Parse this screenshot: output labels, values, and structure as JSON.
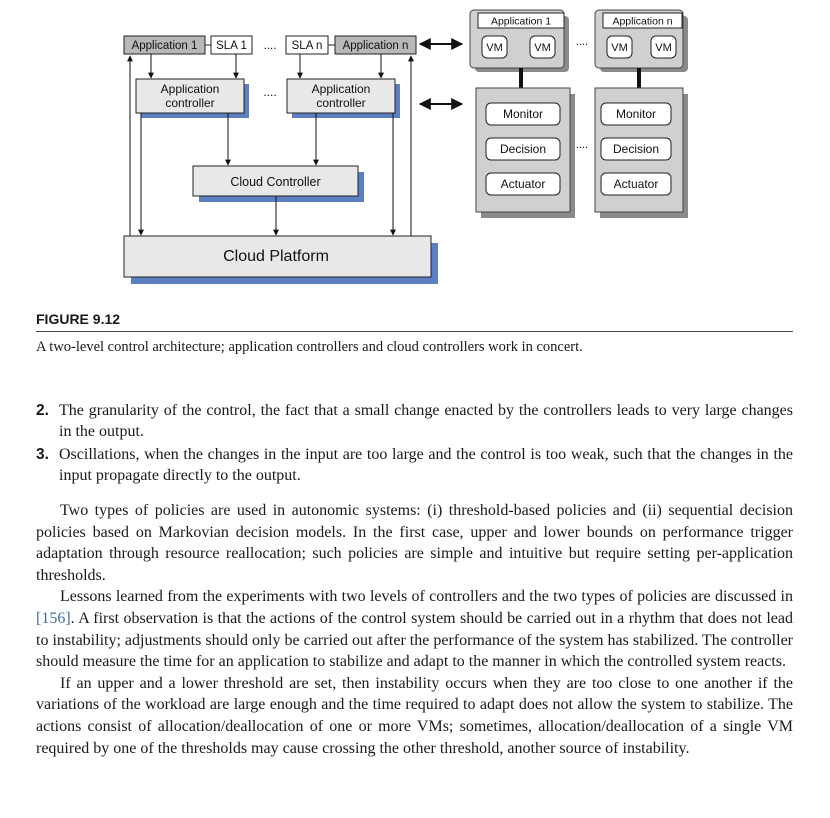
{
  "figure": {
    "app_row": {
      "application_1": "Application 1",
      "sla_1": "SLA 1",
      "sla_n": "SLA n",
      "application_n": "Application n",
      "ellipsis": "...."
    },
    "app_controller_line1": "Application",
    "app_controller_line2": "controller",
    "cloud_controller": "Cloud Controller",
    "cloud_platform": "Cloud Platform",
    "host_1_title": "Application 1",
    "host_n_title": "Application n",
    "vm": "VM",
    "monitor": "Monitor",
    "decision": "Decision",
    "actuator": "Actuator"
  },
  "figure_label": "FIGURE 9.12",
  "figure_caption": "A two-level control architecture; application controllers and cloud controllers work in concert.",
  "list_items": [
    {
      "num": "2.",
      "text": "The granularity of the control, the fact that a small change enacted by the controllers leads to very large changes in the output."
    },
    {
      "num": "3.",
      "text": "Oscillations, when the changes in the input are too large and the control is too weak, such that the changes in the input propagate directly to the output."
    }
  ],
  "paragraphs": {
    "p1": "Two types of policies are used in autonomic systems: (i) threshold-based policies and (ii) sequential decision policies based on Markovian decision models. In the first case, upper and lower bounds on performance trigger adaptation through resource reallocation; such policies are simple and intuitive but require setting per-application thresholds.",
    "p2_before": "Lessons learned from the experiments with two levels of controllers and the two types of policies are discussed in ",
    "p2_cite": "[156]",
    "p2_after": ". A first observation is that the actions of the control system should be carried out in a rhythm that does not lead to instability; adjustments should only be carried out after the performance of the system has stabilized. The controller should measure the time for an application to stabilize and adapt to the manner in which the controlled system reacts.",
    "p3": "If an upper and a lower threshold are set, then instability occurs when they are too close to one another if the variations of the workload are large enough and the time required to adapt does not allow the system to stabilize. The actions consist of allocation/deallocation of one or more VMs; sometimes, allocation/deallocation of a single VM required by one of the thresholds may cause crossing the other threshold, another source of instability."
  }
}
